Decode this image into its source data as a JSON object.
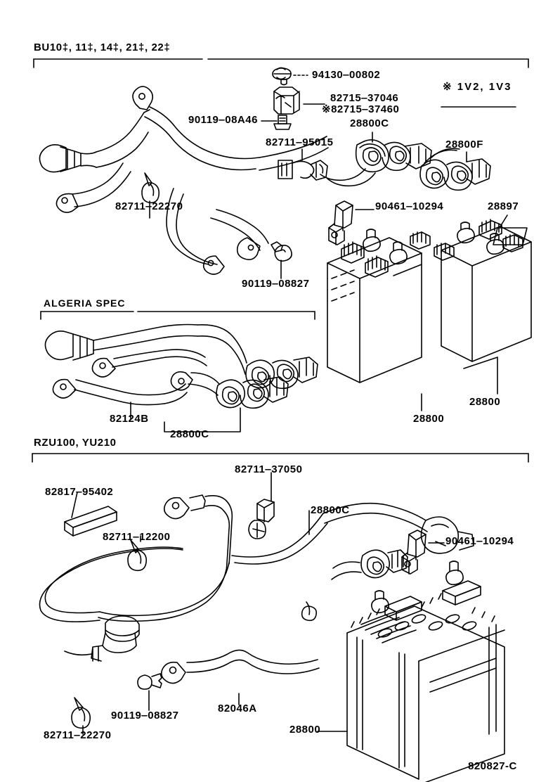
{
  "page": {
    "diagram_code": "820827-C",
    "note_mark": "※"
  },
  "sections": [
    {
      "id": "section-bu10",
      "title": "BU10‡, 11‡, 14‡, 21‡, 22‡",
      "note": "※ 1V2, 1V3"
    },
    {
      "id": "section-algeria",
      "title": "ALGERIA SPEC"
    },
    {
      "id": "section-rzu100",
      "title": "RZU100, YU210"
    }
  ],
  "labels": {
    "top": {
      "nut_94130": "94130‒00802",
      "bracket_82715_a": "82715‒37046",
      "bracket_82715_b": "※82715‒37460",
      "bolt_90119_08a46": "90119‒08A46",
      "clamp_82711_95015": "82711‒95015",
      "cable_28800c": "28800C",
      "cable_28800f": "28800F",
      "clamp_82711_22270": "82711‒22270",
      "bolt_90119_08827": "90119‒08827",
      "bracket_90461_10294": "90461‒10294",
      "pad_28897": "28897",
      "battery_left": "28800",
      "battery_right": "28800"
    },
    "algeria": {
      "cable_82124b": "82124B",
      "cable_28800c": "28800C"
    },
    "bottom": {
      "protector_82817_95402": "82817‒95402",
      "clamp_82711_12200": "82711‒12200",
      "bracket_82711_37050": "82711‒37050",
      "cable_28800c": "28800C",
      "bracket_90461_10294": "90461‒10294",
      "clamp_82711_22270": "82711‒22270",
      "bolt_90119_08827": "90119‒08827",
      "cable_82046a": "82046A",
      "battery_28800": "28800"
    }
  }
}
